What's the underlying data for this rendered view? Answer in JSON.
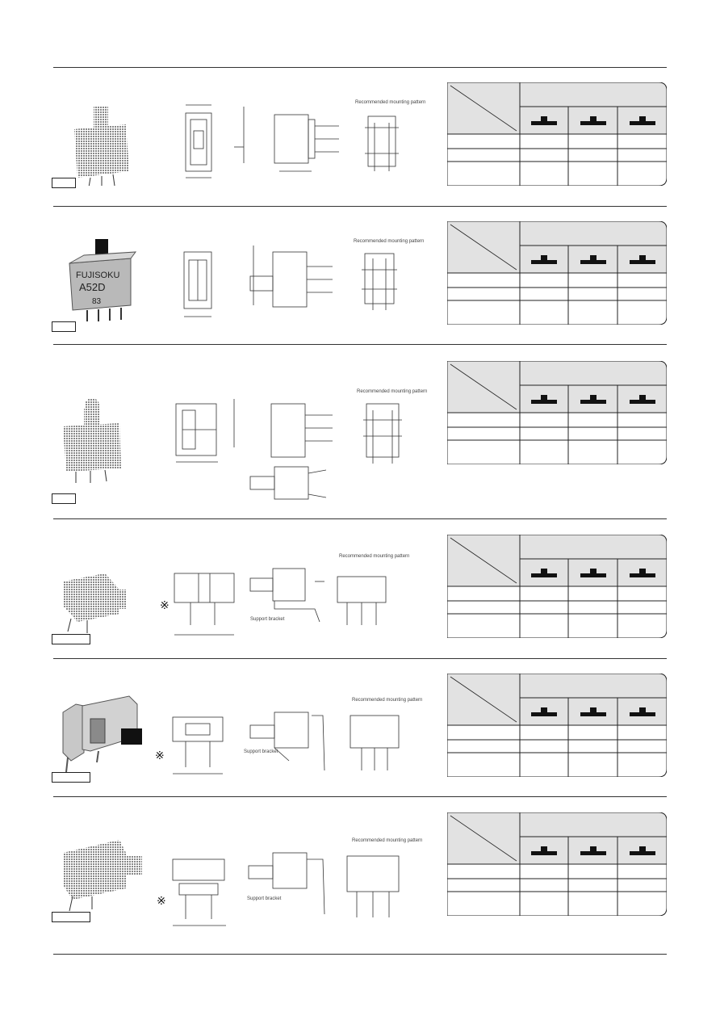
{
  "sections": [
    {
      "id": "s1",
      "tag_size": "small",
      "photo": {
        "style": "dotted",
        "label_lines": []
      },
      "drawing_labels": [
        "Recommended mounting pattern"
      ],
      "table": {
        "columns": 3,
        "rows": 3
      }
    },
    {
      "id": "s2",
      "tag_size": "small",
      "photo": {
        "style": "photo",
        "label_lines": [
          "FUJISOKU",
          "A52D",
          "83"
        ]
      },
      "drawing_labels": [
        "Recommended mounting pattern"
      ],
      "table": {
        "columns": 3,
        "rows": 3
      }
    },
    {
      "id": "s3",
      "tag_size": "small",
      "photo": {
        "style": "dotted",
        "label_lines": []
      },
      "drawing_labels": [
        "Recommended mounting pattern"
      ],
      "table": {
        "columns": 3,
        "rows": 3
      }
    },
    {
      "id": "s4",
      "tag_size": "wide",
      "photo": {
        "style": "dotted",
        "label_lines": []
      },
      "drawing_labels": [
        "Recommended mounting pattern",
        "Support bracket"
      ],
      "table": {
        "columns": 3,
        "rows": 3
      }
    },
    {
      "id": "s5",
      "tag_size": "wide",
      "photo": {
        "style": "photo-side",
        "label_lines": []
      },
      "drawing_labels": [
        "Recommended mounting pattern",
        "Support bracket"
      ],
      "table": {
        "columns": 3,
        "rows": 3
      }
    },
    {
      "id": "s6",
      "tag_size": "wide",
      "photo": {
        "style": "dotted",
        "label_lines": []
      },
      "drawing_labels": [
        "Recommended mounting pattern",
        "Support bracket"
      ],
      "table": {
        "columns": 3,
        "rows": 3
      }
    }
  ],
  "icons": {
    "switch_position": "slide-switch-position-icon",
    "marker": "asterisk-mark-icon"
  },
  "colors": {
    "rule": "#333333",
    "table_header_fill": "#e2e2e2",
    "ink": "#111111",
    "dot_pattern": "#333333"
  }
}
